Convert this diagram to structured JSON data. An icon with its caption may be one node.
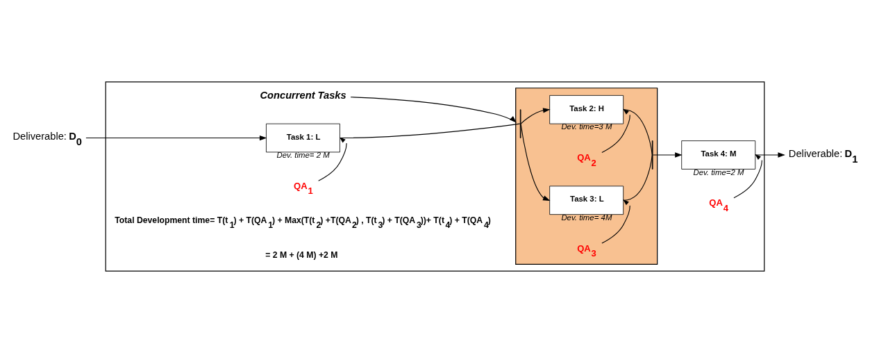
{
  "diagram": {
    "nodes": [
      {
        "text": [],
        "shape": "box"
      },
      {
        "text": [
          "Deliverable: **D$_{0}$**"
        ]
      },
      {
        "text": [
          "Concurrent Tasks"
        ],
        "in": 0
      },
      {
        "text": [],
        "shape": "box",
        "in": 0
      },
      {
        "text": [
          "QA$_{1}$"
        ],
        "in": 0
      },
      {
        "text": [
          "Task 1: L"
        ],
        "beside": [
          "Dev. time= 2 M"
        ],
        "in": 0
      },
      {
        "text": [],
        "shape": "bar",
        "in": 3
      },
      {
        "text": [
          "QA$_{2}$"
        ],
        "in": 3
      },
      {
        "text": [
          "Task 2: H"
        ],
        "beside": [
          "Dev. time=3 M"
        ],
        "in": 3
      },
      {
        "text": [
          "QA$_{3}$"
        ],
        "in": 3
      },
      {
        "text": [
          "Task 3: L"
        ],
        "beside": [
          "Dev. time= 4M"
        ],
        "in": 3
      },
      {
        "text": [],
        "shape": "bar",
        "in": 3
      },
      {
        "text": [
          "QA$_{4}$"
        ],
        "in": 0
      },
      {
        "text": [
          "Task 4: M"
        ],
        "beside": [
          "Dev. time=2 M"
        ],
        "in": 0
      },
      {
        "text": [
          "Deliverable: **D$_{1}$**"
        ]
      }
    ],
    "edges": [
      {
        "from": 1,
        "to": 5,
        "arrow": "to"
      },
      {
        "from": 2,
        "to": 3,
        "arrow": "to"
      },
      {
        "from": 4,
        "to": 5,
        "arrow": "to"
      },
      {
        "from": 5,
        "to": 6,
        "arrow": "none"
      },
      {
        "from": 6,
        "to": 8,
        "arrow": "to"
      },
      {
        "from": 6,
        "to": 10,
        "arrow": "to"
      },
      {
        "from": 7,
        "to": 8,
        "arrow": "to"
      },
      {
        "from": 9,
        "to": 10,
        "arrow": "to"
      },
      {
        "from": 8,
        "to": 11,
        "arrow": "none"
      },
      {
        "from": 10,
        "to": 11,
        "arrow": "none"
      },
      {
        "from": 11,
        "to": 13,
        "arrow": "to"
      },
      {
        "from": 12,
        "to": 13,
        "arrow": "to"
      },
      {
        "from": 13,
        "to": 14,
        "arrow": "to"
      }
    ],
    "labels": [
      "Total Development time= T(t$_{1}$) + T(QA$_{1}$) + Max(T(t$_{2}$) +T(QA$_{2}$) , T(t$_{3}$) + T(QA$_{3}$))+ T(t$_{4}$) + T(QA$_{4}$)",
      "= 2 M + (4 M) +2 M"
    ]
  }
}
